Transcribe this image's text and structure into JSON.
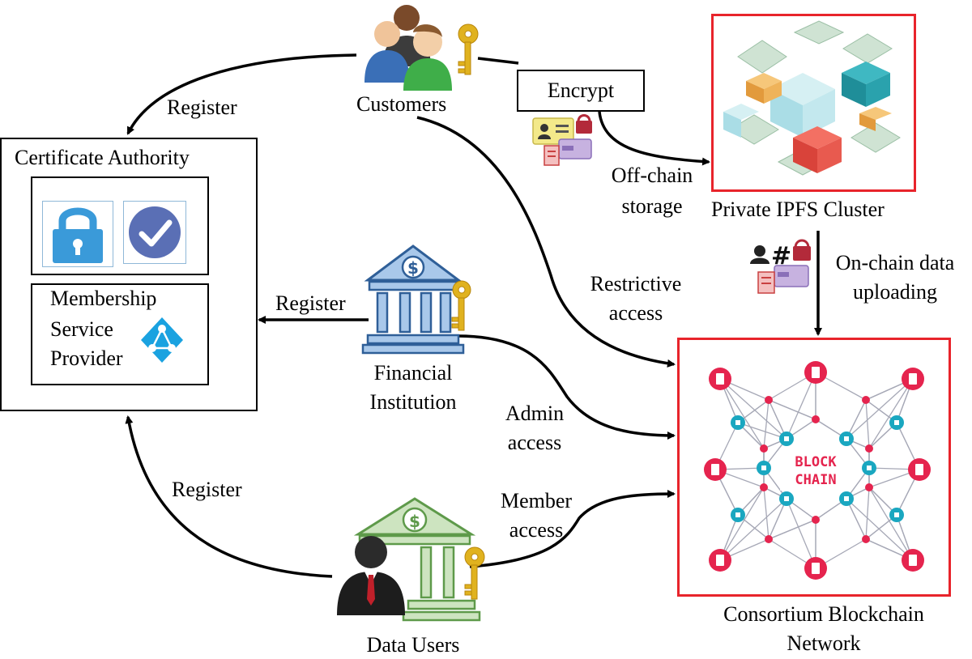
{
  "actors": {
    "customers": "Customers",
    "financial_institution_line1": "Financial",
    "financial_institution_line2": "Institution",
    "data_users": "Data Users"
  },
  "certificate_authority": {
    "title": "Certificate Authority",
    "msp_line1": "Membership",
    "msp_line2": "Service",
    "msp_line3": "Provider"
  },
  "storage": {
    "encrypt": "Encrypt",
    "offchain_line1": "Off-chain",
    "offchain_line2": "storage",
    "ipfs_title": "Private IPFS Cluster",
    "onchain_line1": "On-chain data",
    "onchain_line2": "uploading"
  },
  "blockchain": {
    "logo_line1": "BLOCK",
    "logo_line2": "CHAIN",
    "title_line1": "Consortium Blockchain",
    "title_line2": "Network"
  },
  "edges": {
    "register_customers": "Register",
    "register_financial": "Register",
    "register_users": "Register",
    "restrictive_line1": "Restrictive",
    "restrictive_line2": "access",
    "admin_line1": "Admin",
    "admin_line2": "access",
    "member_line1": "Member",
    "member_line2": "access"
  },
  "colors": {
    "red_frame": "#e8242b",
    "lock_blue": "#3a9ad9",
    "check_blue": "#5a6fb5",
    "bank_blue": "#5b8fc9",
    "bank_green": "#7fb36a",
    "key_gold": "#e0b21f",
    "node_red": "#e5244e",
    "node_teal": "#1aa7c0"
  }
}
